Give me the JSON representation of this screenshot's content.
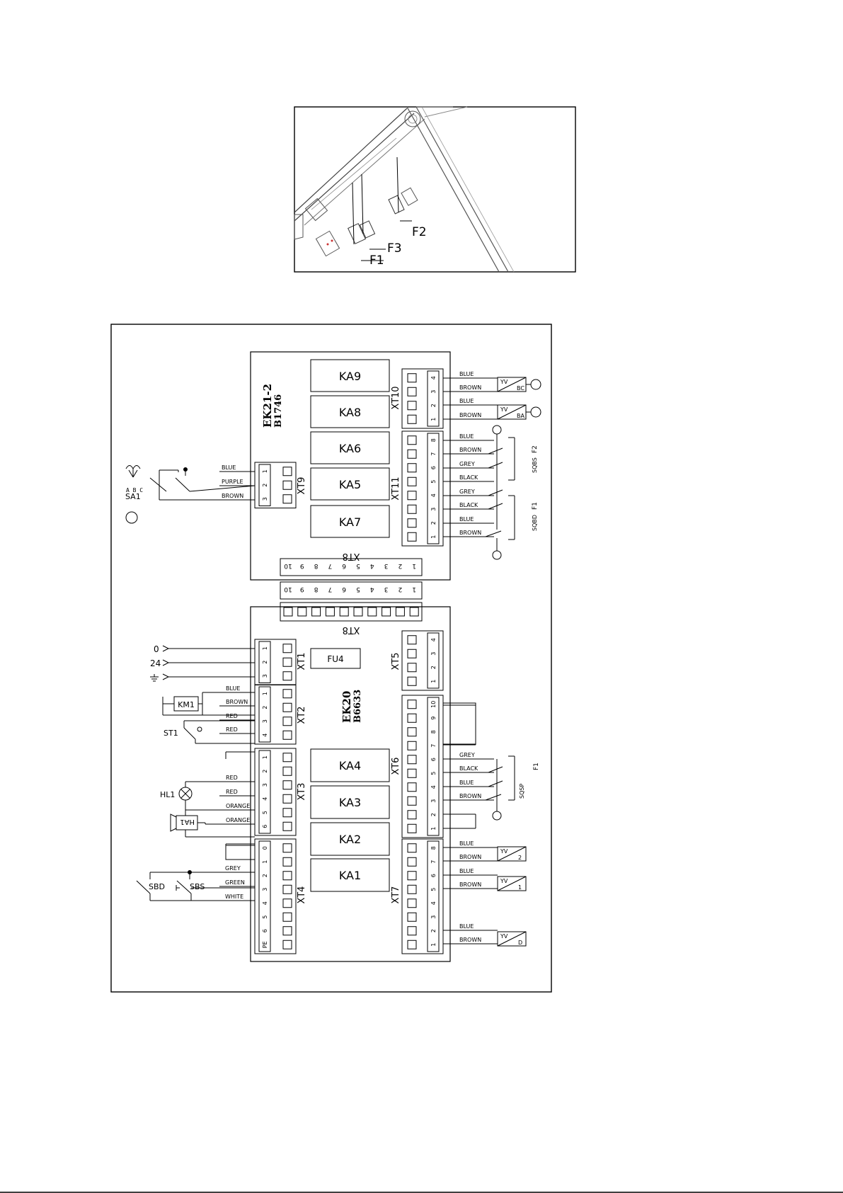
{
  "photo": {
    "labels": [
      "F1",
      "F3",
      "F2"
    ]
  },
  "boards": {
    "top": {
      "name": "EK21-2",
      "code": "B1746"
    },
    "bottom": {
      "name": "EK20",
      "code": "B6633"
    }
  },
  "relays": {
    "top": [
      "KA9",
      "KA8",
      "KA6",
      "KA5",
      "KA7"
    ],
    "bottom": [
      "KA4",
      "KA3",
      "KA2",
      "KA1"
    ]
  },
  "fuse": "FU4",
  "connectors": {
    "xt1": "XT1",
    "xt2": "XT2",
    "xt3": "XT3",
    "xt4": "XT4",
    "xt5": "XT5",
    "xt6": "XT6",
    "xt7": "XT7",
    "xt8": "XT8",
    "xt9": "XT9",
    "xt10": "XT10",
    "xt11": "XT11"
  },
  "pin_numbers": {
    "xt8": [
      "10",
      "9",
      "8",
      "7",
      "6",
      "5",
      "4",
      "3",
      "2",
      "1"
    ],
    "xt10": [
      "4",
      "3",
      "2",
      "1"
    ],
    "xt11": [
      "8",
      "7",
      "6",
      "5",
      "4",
      "3",
      "2",
      "1"
    ],
    "xt9": [
      "1",
      "2",
      "3"
    ],
    "xt1": [
      "1",
      "2",
      "3"
    ],
    "xt2": [
      "1",
      "2",
      "3",
      "4"
    ],
    "xt3": [
      "1",
      "2",
      "3",
      "4",
      "5",
      "6"
    ],
    "xt4": [
      "0",
      "1",
      "2",
      "3",
      "4",
      "5",
      "6",
      "PE"
    ],
    "xt5": [
      "4",
      "3",
      "2",
      "1"
    ],
    "xt6": [
      "10",
      "9",
      "8",
      "7",
      "6",
      "5",
      "4",
      "3",
      "2",
      "1"
    ],
    "xt7": [
      "8",
      "7",
      "6",
      "5",
      "4",
      "3",
      "2",
      "1"
    ]
  },
  "wires": {
    "xt10": [
      "BLUE",
      "BROWN",
      "BLUE",
      "BROWN"
    ],
    "xt11": [
      "BLUE",
      "BROWN",
      "GREY",
      "BLACK",
      "GREY",
      "BLACK",
      "BLUE",
      "BROWN"
    ],
    "xt9": [
      "BLUE",
      "PURPLE",
      "BROWN"
    ],
    "xt2": [
      "BLUE",
      "BROWN",
      "RED",
      "RED"
    ],
    "xt3": [
      "RED",
      "RED",
      "ORANGE",
      "ORANGE"
    ],
    "xt4": [
      "GREY",
      "GREEN",
      "WHITE"
    ],
    "xt6": [
      "GREY",
      "BLACK",
      "BLUE",
      "BROWN"
    ],
    "xt7": [
      "BLUE",
      "BROWN",
      "BLUE",
      "BROWN",
      "BLUE",
      "BROWN"
    ]
  },
  "supply": [
    "0",
    "24"
  ],
  "components": {
    "sa1": "SA1",
    "sa1_positions": "A B C",
    "km1": "KM1",
    "st1": "ST1",
    "hl1": "HL1",
    "ha1": "HA1",
    "sbd": "SBD",
    "sbs": "SBS",
    "yv": "YV",
    "yv_bc": "BC",
    "yv_ba": "BA",
    "yv_2": "2",
    "yv_1": "1",
    "yv_d": "D",
    "f1": "F1",
    "f2": "F2",
    "sqbs": "SQBS",
    "sqbd": "SQBD",
    "sqsp": "SQSP"
  }
}
